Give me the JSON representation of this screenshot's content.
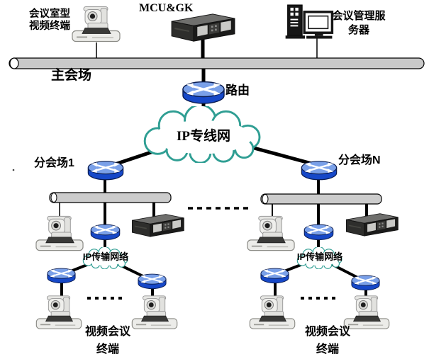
{
  "diagram": {
    "labels": {
      "room_terminal": "会议室型\n视频终端",
      "mcu": "MCU&GK",
      "mgmt_server": "会议管理服\n务器",
      "main_venue": "主会场",
      "router": "路由",
      "wan_cloud": "IP专线网",
      "branch_1": "分会场1",
      "branch_n": "分会场N",
      "transmission_left": "IP传输网络",
      "transmission_right": "IP传输网络",
      "vt_left": "视频会议\n终端",
      "vt_right": "视频会议\n终端"
    },
    "colors": {
      "router_body": "#1648C8",
      "router_top": "#7AA0E8",
      "cloud_stroke": "#2F9E93",
      "bus_fill": "#C9C9C9",
      "device_dark": "#1B1B1A",
      "line": "#000000"
    },
    "icons": {
      "router": "blue-cylinder-crossed-arrows",
      "switch": "blue-cylinder-crossed-arrows-small",
      "video_terminal": "ptz-camera-on-codec",
      "rack_device": "dark-rackmount-unit",
      "management_server": "tower-pc-with-monitor",
      "cloud": "scalloped-network-cloud",
      "bus": "gray-cylinder-bus"
    }
  }
}
